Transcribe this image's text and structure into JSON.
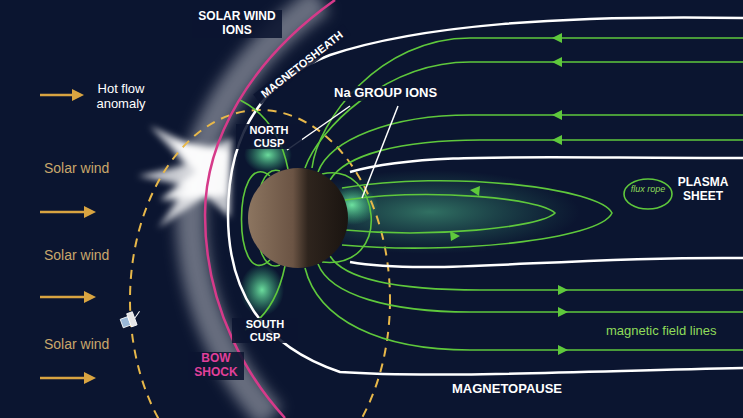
{
  "diagram": {
    "labels": [
      "SOLAR WIND IONS",
      "MAGNETOSHEATH",
      "Hot flow anomaly",
      "NORTH CUSP",
      "Na GROUP IONS",
      "Solar wind",
      "flux rope",
      "PLASMA SHEET",
      "Solar wind",
      "magnetic field lines",
      "SOUTH CUSP",
      "Solar wind",
      "BOW SHOCK",
      "MAGNETOPAUSE"
    ]
  }
}
